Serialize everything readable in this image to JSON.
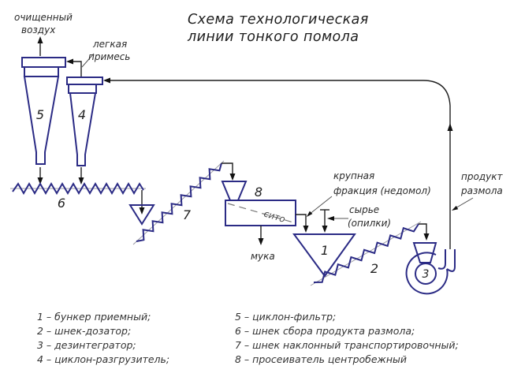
{
  "title": {
    "line1": "Схема технологическая",
    "line2": "линии тонкого помола"
  },
  "flow_labels": {
    "clean_air": {
      "line1": "очищенный",
      "line2": "воздух"
    },
    "light_admixture": {
      "line1": "легкая",
      "line2": "примесь"
    },
    "coarse_fraction": {
      "line1": "крупная",
      "line2": "фракция (недомол)"
    },
    "raw_material": {
      "line1": "сырье",
      "line2": "(опилки)"
    },
    "grinding_product": {
      "line1": "продукт",
      "line2": "размола"
    },
    "sieve": "сито",
    "flour": "мука"
  },
  "equipment_numbers": {
    "bunker": "1",
    "screw_feeder": "2",
    "disintegrator": "3",
    "cyclone_unloader": "4",
    "cyclone_filter": "5",
    "collecting_screw": "6",
    "inclined_screw": "7",
    "sifter": "8"
  },
  "legend": {
    "left": [
      "1 – бункер приемный;",
      "2 – шнек-дозатор;",
      "3 – дезинтегратор;",
      "4 – циклон-разгрузитель;"
    ],
    "right": [
      "5 – циклон-фильтр;",
      "6 – шнек сбора продукта размола;",
      "7 – шнек наклонный транспортировочный;",
      "8 – просеиватель центробежный"
    ]
  },
  "colors": {
    "equipment": "#2b2b85",
    "flow": "#1e1e1e",
    "text": "#2a2a2a",
    "dashed_sieve_line": "#777777",
    "background": "#ffffff"
  }
}
